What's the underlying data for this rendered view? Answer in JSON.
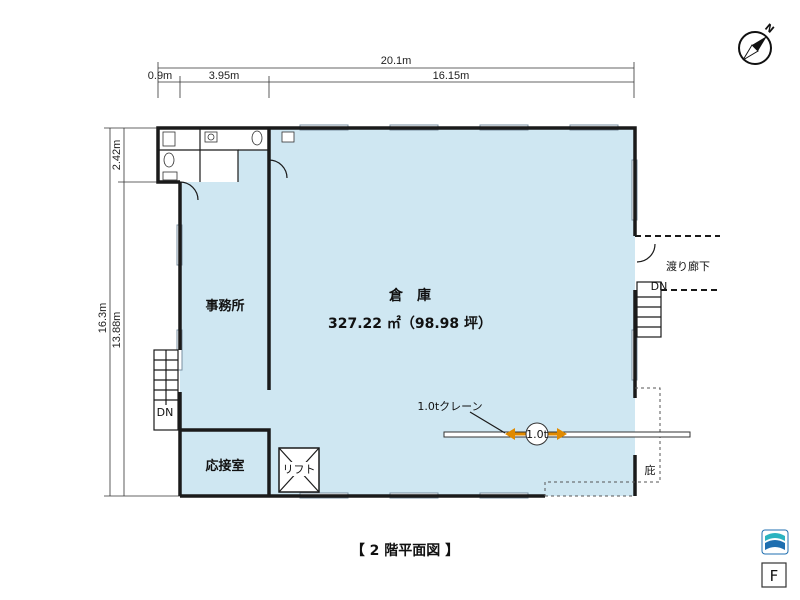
{
  "dimensions": {
    "total_width": "20.1m",
    "seg_a": "0.9m",
    "seg_b": "3.95m",
    "seg_c": "16.15m",
    "total_height": "16.3m",
    "height_b": "13.88m",
    "height_a": "2.42m"
  },
  "rooms": {
    "warehouse_name": "倉　庫",
    "warehouse_area": "327.22 ㎡（98.98 坪）",
    "office": "事務所",
    "reception": "応接室",
    "lift": "リフト",
    "corridor": "渡り廊下",
    "eave": "庇",
    "dn_left": "DN",
    "dn_right": "DN"
  },
  "crane": {
    "label": "1.0tクレーン",
    "capacity": "1.0t"
  },
  "title": "【 2 階平面図 】",
  "badge_letter": "F",
  "icons": {
    "compass": "north-compass-icon",
    "logo": "company-logo-icon",
    "floor_badge": "floor-badge-icon"
  },
  "colors": {
    "floor": "#cfe7f2",
    "wall": "#1a1a1a",
    "crane_arrow": "#e08a00",
    "logo_blue": "#1f6fb0",
    "logo_teal": "#2bb3c0"
  }
}
